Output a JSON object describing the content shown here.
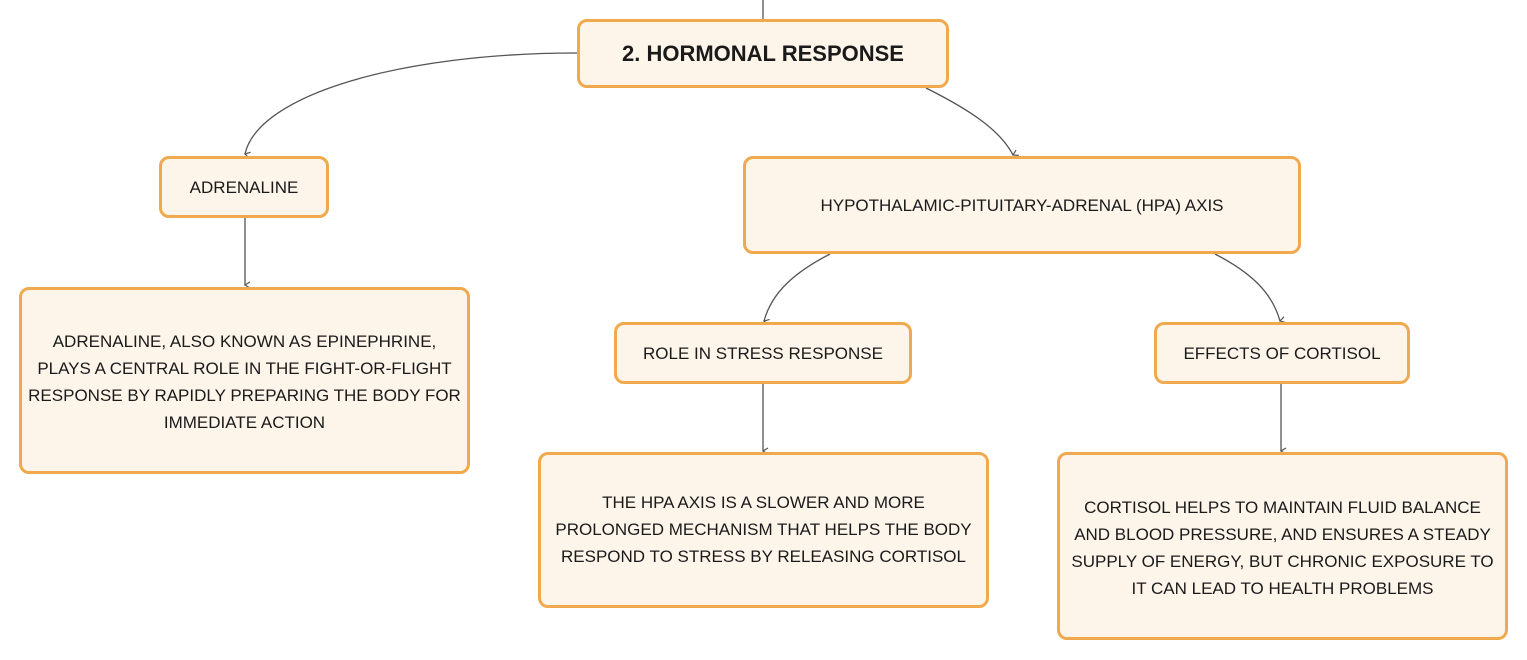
{
  "diagram": {
    "root": {
      "label": "2. HORMONAL RESPONSE"
    },
    "adrenaline": {
      "label": "ADRENALINE",
      "description": "ADRENALINE, ALSO KNOWN AS EPINEPHRINE, PLAYS A CENTRAL ROLE IN THE FIGHT-OR-FLIGHT RESPONSE BY RAPIDLY PREPARING THE BODY FOR IMMEDIATE ACTION"
    },
    "hpa_axis": {
      "label": "HYPOTHALAMIC-PITUITARY-ADRENAL (HPA) AXIS",
      "role": {
        "label": "ROLE IN STRESS RESPONSE",
        "description": "THE HPA AXIS IS A SLOWER AND MORE PROLONGED MECHANISM THAT HELPS THE BODY RESPOND TO STRESS BY RELEASING CORTISOL"
      },
      "effects": {
        "label": "EFFECTS OF CORTISOL",
        "description": "CORTISOL HELPS TO MAINTAIN FLUID BALANCE AND BLOOD PRESSURE, AND ENSURES A STEADY SUPPLY OF ENERGY, BUT CHRONIC EXPOSURE TO IT CAN LEAD TO HEALTH PROBLEMS"
      }
    },
    "colors": {
      "node_border": "#f0a94c",
      "node_fill": "#fdf4ea",
      "connector": "#555555",
      "text": "#1a1a1a"
    }
  }
}
